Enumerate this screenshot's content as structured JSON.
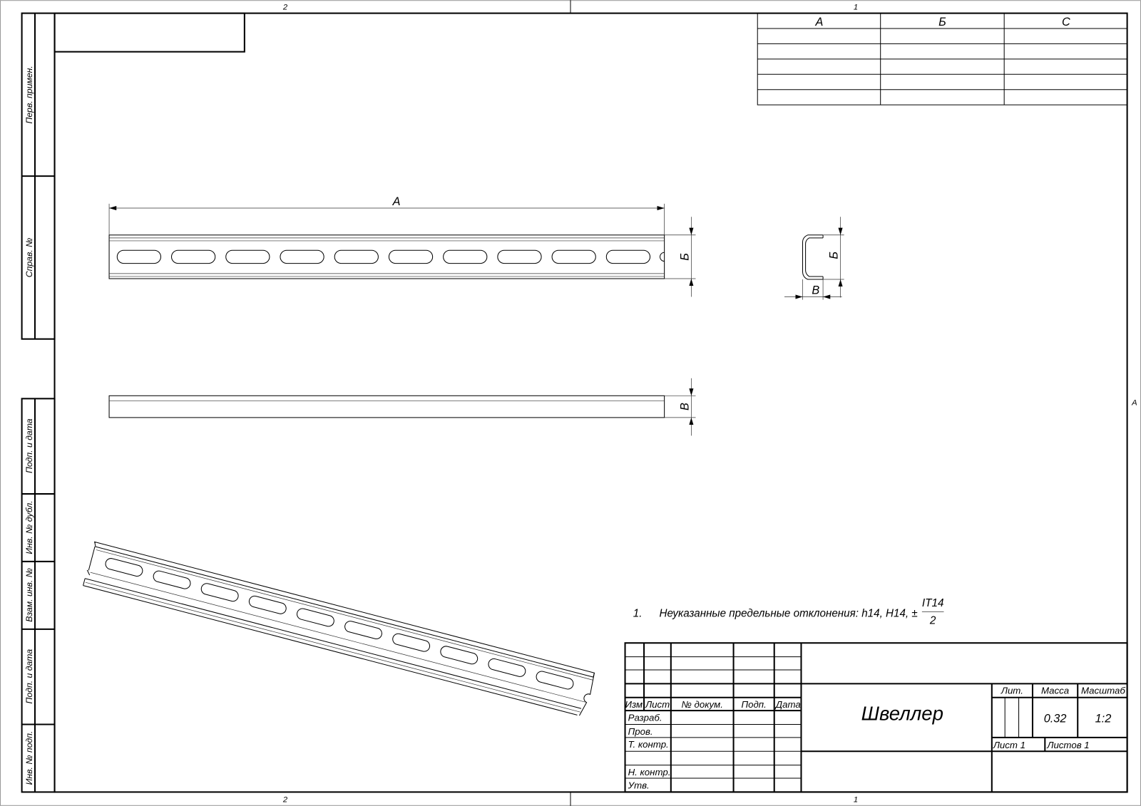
{
  "zones": {
    "top_left": "2",
    "top_right": "1",
    "bottom_left": "2",
    "bottom_right": "1",
    "right": "A"
  },
  "side_strip": [
    "Перв. примен.",
    "Справ. №",
    "Подп. и дата",
    "Инв. № дубл.",
    "Взам. инв. №",
    "Подп. и дата",
    "Инв. № подп."
  ],
  "param_table": {
    "headers": [
      "А",
      "Б",
      "С"
    ],
    "rows": 5
  },
  "dimensions": {
    "length": "А",
    "height": "Б",
    "width": "В"
  },
  "note": {
    "number": "1.",
    "text": "Неуказанные предельные отклонения: h14, H14, ±",
    "fraction_top": "IT14",
    "fraction_bottom": "2"
  },
  "title_block": {
    "headers": {
      "izm": "Изм",
      "list": "Лист",
      "doc": "№ докум.",
      "sign": "Подп.",
      "date": "Дата"
    },
    "roles": [
      "Разраб.",
      "Пров.",
      "Т. контр.",
      "",
      "Н. контр.",
      "Утв."
    ],
    "title": "Швеллер",
    "lit_label": "Лит.",
    "mass_label": "Масса",
    "scale_label": "Масштаб",
    "mass": "0.32",
    "scale": "1:2",
    "sheet": "Лист 1",
    "sheets": "Листов 1"
  },
  "slot_count": 10
}
